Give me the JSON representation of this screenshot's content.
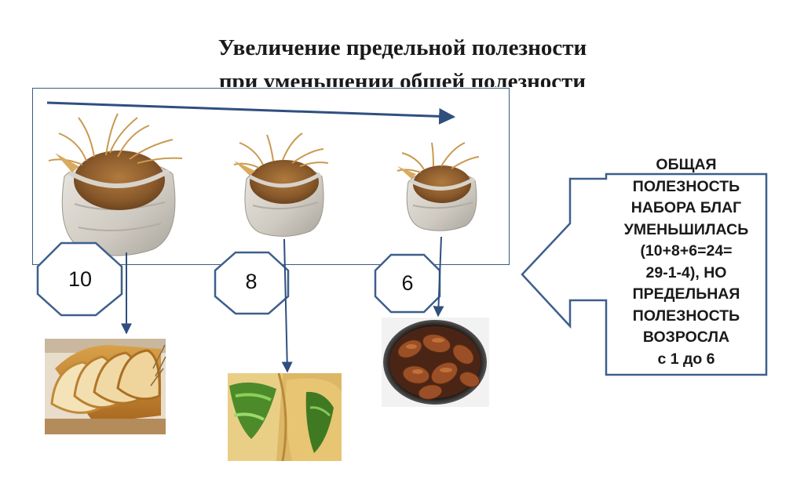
{
  "title": {
    "line1": "Увеличение предельной полезности",
    "line2": "при уменьшении общей полезности"
  },
  "utility_values": [
    "10",
    "8",
    "6"
  ],
  "side_note": {
    "lines": [
      "ОБЩАЯ",
      "ПОЛЕЗНОСТЬ",
      "НАБОРА БЛАГ",
      "УМЕНЬШИЛАСЬ",
      "(10+8+6=24=",
      "29-1-4), НО",
      "ПРЕДЕЛЬНАЯ",
      "ПОЛЕЗНОСТЬ",
      "ВОЗРОСЛА",
      "с 1 до 6"
    ]
  },
  "goods": [
    "bread-loaf",
    "herb-bread",
    "cooked-meat"
  ],
  "colors": {
    "line": "#2f4f7f",
    "frame": "#3b5a82",
    "octagon_stroke": "#3e5f8c"
  }
}
